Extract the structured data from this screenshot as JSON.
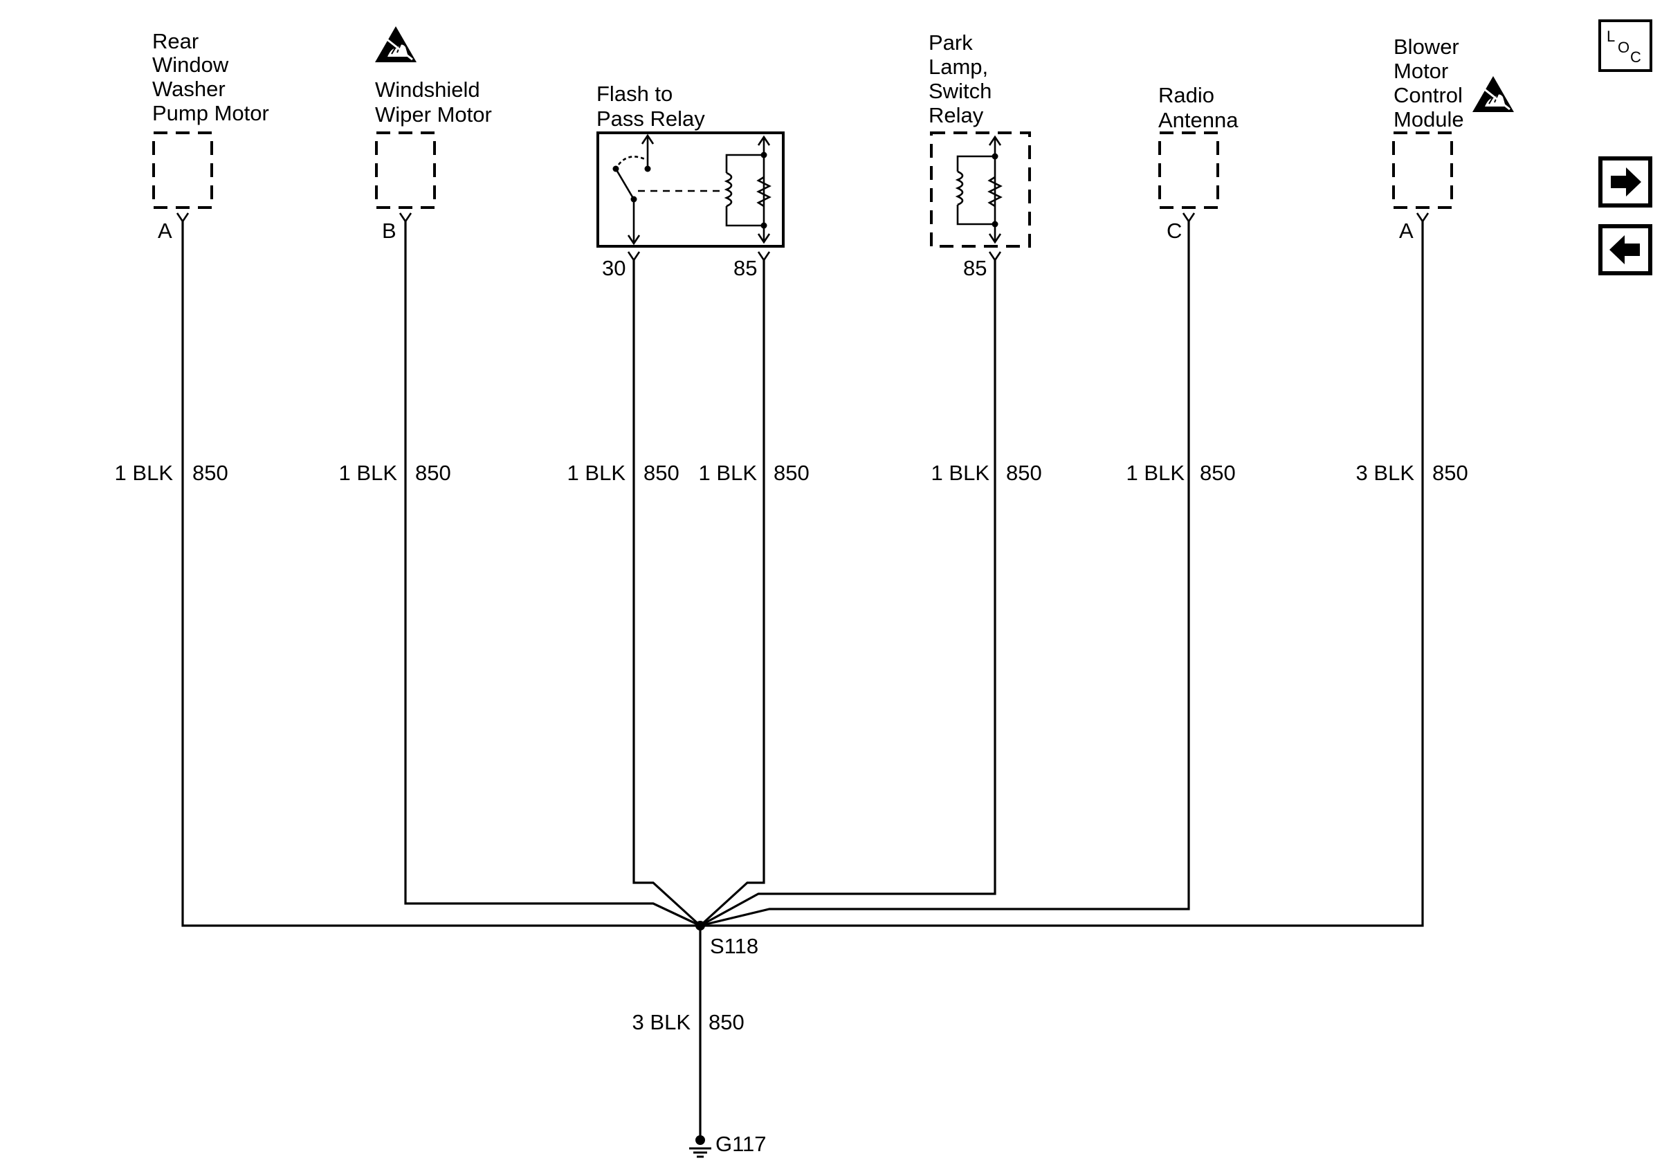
{
  "components": {
    "rear_washer": {
      "lines": [
        "Rear",
        "Window",
        "Washer",
        "Pump Motor"
      ],
      "pin": "A"
    },
    "wiper": {
      "lines": [
        "Windshield",
        "Wiper Motor"
      ],
      "pin": "B"
    },
    "flash_relay": {
      "lines": [
        "Flash to",
        "Pass Relay"
      ],
      "pin_left": "30",
      "pin_right": "85"
    },
    "park_relay": {
      "lines": [
        "Park",
        "Lamp,",
        "Switch",
        "Relay"
      ],
      "pin": "85"
    },
    "radio": {
      "lines": [
        "Radio",
        "Antenna"
      ],
      "pin": "C"
    },
    "blower": {
      "lines": [
        "Blower",
        "Motor",
        "Control",
        "Module"
      ],
      "pin": "A"
    }
  },
  "wires": [
    {
      "gauge": "1 BLK",
      "circuit": "850"
    },
    {
      "gauge": "1 BLK",
      "circuit": "850"
    },
    {
      "gauge": "1 BLK",
      "circuit": "850"
    },
    {
      "gauge": "1 BLK",
      "circuit": "850"
    },
    {
      "gauge": "1 BLK",
      "circuit": "850"
    },
    {
      "gauge": "1 BLK",
      "circuit": "850"
    },
    {
      "gauge": "3 BLK",
      "circuit": "850"
    },
    {
      "gauge": "3 BLK",
      "circuit": "850"
    }
  ],
  "splice": {
    "label": "S118"
  },
  "ground": {
    "label": "G117"
  },
  "nav": {
    "loc": {
      "l": "L",
      "o": "O",
      "c": "C",
      "icon": "location-icon"
    },
    "next_icon": "arrow-right-icon",
    "prev_icon": "arrow-left-icon"
  },
  "icons": {
    "esd": "esd-warning-icon"
  }
}
